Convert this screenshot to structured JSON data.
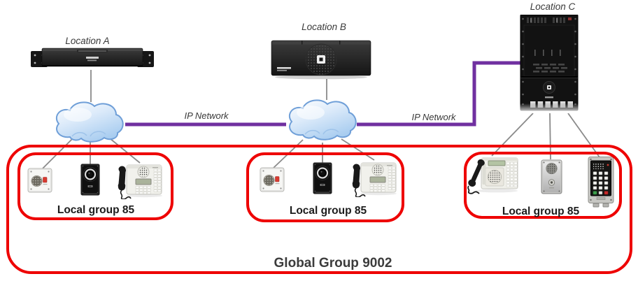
{
  "diagram": {
    "locations": [
      {
        "label": "Location A",
        "device_icon": "rack-intercom-server-icon"
      },
      {
        "label": "Location B",
        "device_icon": "desktop-intercom-server-icon"
      },
      {
        "label": "Location C",
        "device_icon": "intercom-rack-cabinet-icon"
      }
    ],
    "ip_links": [
      {
        "label": "IP Network"
      },
      {
        "label": "IP Network"
      }
    ],
    "local_groups": [
      {
        "label": "Local group 85",
        "device_icons": [
          "wall-intercom-station-icon",
          "door-intercom-station-icon",
          "desk-intercom-phone-icon"
        ]
      },
      {
        "label": "Local group 85",
        "device_icons": [
          "wall-intercom-station-icon",
          "door-intercom-station-icon",
          "desk-intercom-phone-icon"
        ]
      },
      {
        "label": "Local group 85",
        "device_icons": [
          "desk-intercom-phone-icon",
          "steel-door-intercom-icon",
          "rugged-keypad-intercom-icon"
        ]
      }
    ],
    "global_group": {
      "label": "Global Group 9002"
    },
    "colors": {
      "group_outline": "#ee0000",
      "ip_link": "#7030a0",
      "connector_line": "#8a8a8a",
      "cloud_fill": "#cfe3f8",
      "cloud_stroke": "#6f9fd8"
    }
  }
}
